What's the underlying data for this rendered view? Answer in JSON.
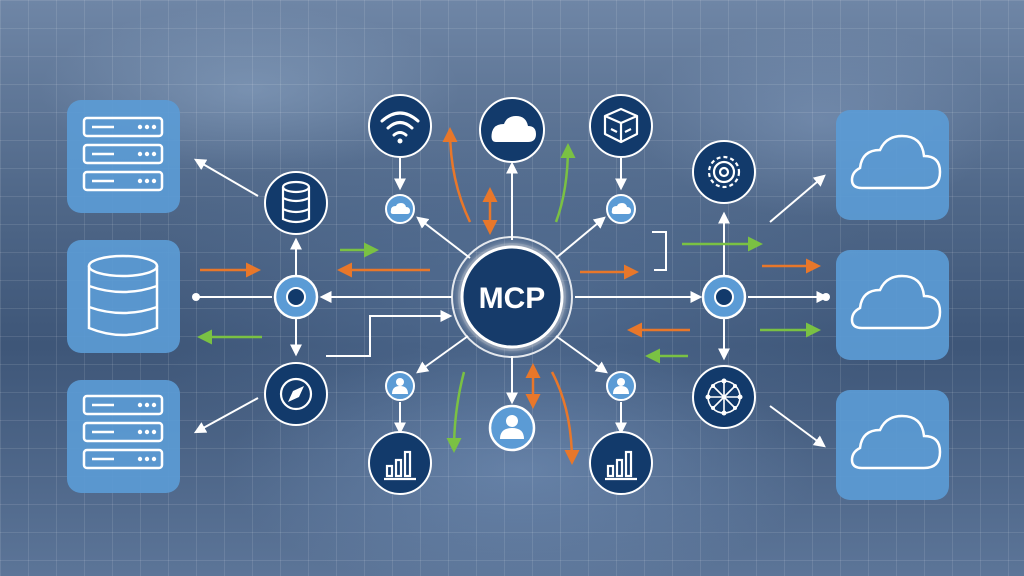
{
  "hub": {
    "label": "MCP"
  },
  "colors": {
    "node_fill": "#123a6b",
    "panel_fill": "#5b9bd5",
    "link": "#ffffff",
    "arrow_orange": "#e8772a",
    "arrow_green": "#7ac143",
    "background": "#3d5577"
  },
  "left_panels": [
    {
      "name": "server-rack-panel-top",
      "icon": "server-rack-icon"
    },
    {
      "name": "database-panel-middle",
      "icon": "database-stack-icon"
    },
    {
      "name": "server-rack-panel-bottom",
      "icon": "server-rack-icon"
    }
  ],
  "right_panels": [
    {
      "name": "cloud-panel-top",
      "icon": "cloud-icon"
    },
    {
      "name": "cloud-panel-middle",
      "icon": "cloud-icon"
    },
    {
      "name": "cloud-panel-bottom",
      "icon": "cloud-icon"
    }
  ],
  "nodes": [
    {
      "name": "wifi-node",
      "icon": "wifi-icon"
    },
    {
      "name": "cloud-node",
      "icon": "cloud-icon"
    },
    {
      "name": "cube-node",
      "icon": "cube-icon"
    },
    {
      "name": "database-node",
      "icon": "database-icon"
    },
    {
      "name": "compass-node",
      "icon": "compass-icon"
    },
    {
      "name": "gear-node",
      "icon": "gear-icon"
    },
    {
      "name": "network-globe-node",
      "icon": "network-globe-icon"
    },
    {
      "name": "chart-node-left",
      "icon": "bar-chart-icon"
    },
    {
      "name": "chart-node-right",
      "icon": "bar-chart-icon"
    },
    {
      "name": "user-node-center",
      "icon": "user-icon"
    },
    {
      "name": "user-node-left",
      "icon": "user-icon"
    },
    {
      "name": "user-node-right",
      "icon": "user-icon"
    },
    {
      "name": "small-cloud-node-left",
      "icon": "cloud-icon"
    },
    {
      "name": "small-cloud-node-right",
      "icon": "cloud-icon"
    },
    {
      "name": "junction-node-left",
      "icon": "junction-dot-icon"
    },
    {
      "name": "junction-node-right",
      "icon": "junction-dot-icon"
    }
  ]
}
